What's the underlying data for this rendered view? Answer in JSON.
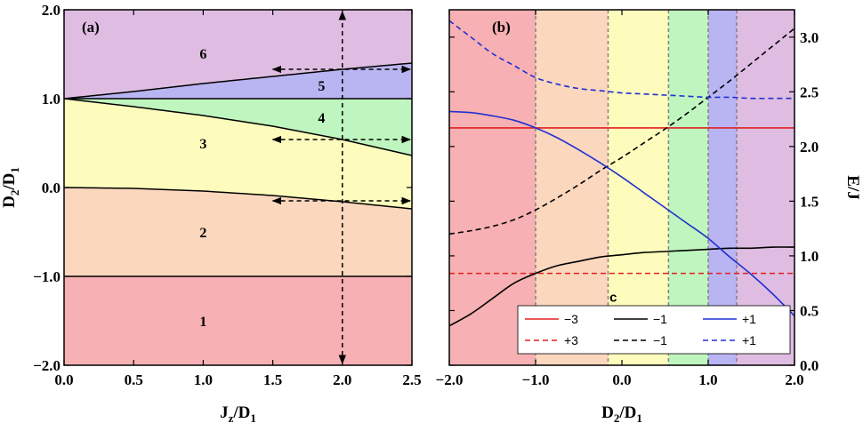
{
  "chart_data": [
    {
      "panel": "(a)",
      "type": "phase-diagram",
      "xlabel": "J_z/D_1",
      "ylabel": "D_2/D_1",
      "xlim": [
        0,
        2.5
      ],
      "ylim": [
        -2,
        2
      ],
      "xticks": [
        "0.0",
        "0.5",
        "1.0",
        "1.5",
        "2.0",
        "2.5"
      ],
      "yticks": [
        "−2.0",
        "−1.0",
        "0.0",
        "1.0",
        "2.0"
      ],
      "regions": [
        {
          "label": "1",
          "color": "#f7b0b3",
          "x": 1.0,
          "y": -1.5
        },
        {
          "label": "2",
          "color": "#fbd7bd",
          "x": 1.0,
          "y": -0.5
        },
        {
          "label": "3",
          "color": "#fdfcbc",
          "x": 1.0,
          "y": 0.5
        },
        {
          "label": "4",
          "color": "#bff5bf",
          "x": 1.85,
          "y": 0.79
        },
        {
          "label": "5",
          "color": "#b9b4f2",
          "x": 1.85,
          "y": 1.15
        },
        {
          "label": "6",
          "color": "#dfbde2",
          "x": 1.0,
          "y": 1.51
        }
      ],
      "boundaries": [
        {
          "name": "1-2",
          "x": [
            0,
            2.5
          ],
          "y": [
            -1,
            -1
          ]
        },
        {
          "name": "2-3",
          "x": [
            0,
            0.5,
            1.0,
            1.5,
            2.0,
            2.5
          ],
          "y": [
            0.0,
            -0.01,
            -0.04,
            -0.09,
            -0.16,
            -0.24
          ]
        },
        {
          "name": "3-4",
          "x": [
            0,
            0.5,
            1.0,
            1.5,
            2.0,
            2.5
          ],
          "y": [
            1.0,
            0.91,
            0.81,
            0.69,
            0.54,
            0.36
          ]
        },
        {
          "name": "4-5",
          "x": [
            0,
            2.5
          ],
          "y": [
            1.0,
            1.0
          ]
        },
        {
          "name": "5-6",
          "x": [
            0,
            0.5,
            1.0,
            1.5,
            2.0,
            2.5
          ],
          "y": [
            1.0,
            1.08,
            1.17,
            1.25,
            1.33,
            1.4
          ]
        }
      ],
      "arrows": [
        {
          "kind": "vertical",
          "x": 2.0,
          "y": [
            -2.0,
            2.0
          ]
        },
        {
          "kind": "horizontal",
          "y": 1.33,
          "x": [
            1.5,
            2.5
          ]
        },
        {
          "kind": "horizontal",
          "y": 0.54,
          "x": [
            1.5,
            2.5
          ]
        },
        {
          "kind": "horizontal",
          "y": -0.15,
          "x": [
            1.5,
            2.5
          ]
        }
      ]
    },
    {
      "panel": "(b)",
      "type": "line",
      "xlabel": "D_2/D_1",
      "ylabel": "E/J",
      "xlim": [
        -2,
        2
      ],
      "ylim": [
        0,
        3.25
      ],
      "xticks": [
        "−2.0",
        "−1.0",
        "0.0",
        "1.0",
        "2.0"
      ],
      "yticks": [
        "0.0",
        "0.5",
        "1.0",
        "1.5",
        "2.0",
        "2.5",
        "3.0"
      ],
      "bands": [
        {
          "x": [
            -2.0,
            -1.0
          ],
          "color": "#f7b0b3"
        },
        {
          "x": [
            -1.0,
            -0.16
          ],
          "color": "#fbd7bd"
        },
        {
          "x": [
            -0.16,
            0.54
          ],
          "color": "#fdfcbc"
        },
        {
          "x": [
            0.54,
            1.0
          ],
          "color": "#bff5bf"
        },
        {
          "x": [
            1.0,
            1.33
          ],
          "color": "#b9b4f2"
        },
        {
          "x": [
            1.33,
            2.0
          ],
          "color": "#dfbde2"
        }
      ],
      "annotation": "c",
      "series": [
        {
          "name": "−3",
          "color": "#e02020",
          "dash": "solid",
          "x": [
            -2.0,
            2.0
          ],
          "y": [
            2.17,
            2.17
          ]
        },
        {
          "name": "+3",
          "color": "#e02020",
          "dash": "dashed",
          "x": [
            -2.0,
            2.0
          ],
          "y": [
            0.84,
            0.84
          ]
        },
        {
          "name": "−1",
          "color": "#000000",
          "dash": "solid",
          "x": [
            -2.0,
            -1.75,
            -1.5,
            -1.25,
            -1.0,
            -0.75,
            -0.5,
            -0.25,
            0.0,
            0.25,
            0.5,
            0.75,
            1.0,
            1.25,
            1.5,
            1.75,
            2.0
          ],
          "y": [
            0.36,
            0.47,
            0.61,
            0.75,
            0.84,
            0.91,
            0.95,
            0.99,
            1.01,
            1.03,
            1.04,
            1.05,
            1.06,
            1.07,
            1.07,
            1.08,
            1.08
          ]
        },
        {
          "name": "−1",
          "color": "#000000",
          "dash": "dashed",
          "x": [
            -2.0,
            -1.75,
            -1.5,
            -1.25,
            -1.0,
            -0.75,
            -0.5,
            -0.25,
            0.0,
            0.25,
            0.5,
            0.75,
            1.0,
            1.25,
            1.5,
            1.75,
            2.0
          ],
          "y": [
            1.2,
            1.23,
            1.27,
            1.33,
            1.42,
            1.53,
            1.65,
            1.78,
            1.9,
            2.03,
            2.16,
            2.3,
            2.45,
            2.6,
            2.76,
            2.92,
            3.08
          ]
        },
        {
          "name": "+1",
          "color": "#2030d0",
          "dash": "solid",
          "x": [
            -2.0,
            -1.75,
            -1.5,
            -1.25,
            -1.0,
            -0.75,
            -0.5,
            -0.25,
            0.0,
            0.25,
            0.5,
            0.75,
            1.0,
            1.25,
            1.5,
            1.75,
            2.0
          ],
          "y": [
            2.32,
            2.31,
            2.28,
            2.24,
            2.17,
            2.08,
            1.97,
            1.85,
            1.72,
            1.58,
            1.44,
            1.3,
            1.16,
            0.99,
            0.83,
            0.65,
            0.45
          ]
        },
        {
          "name": "+1",
          "color": "#2030d0",
          "dash": "dashed",
          "x": [
            -2.0,
            -1.75,
            -1.5,
            -1.25,
            -1.0,
            -0.75,
            -0.5,
            -0.25,
            0.0,
            0.25,
            0.5,
            0.75,
            1.0,
            1.25,
            1.5,
            1.75,
            2.0
          ],
          "y": [
            3.15,
            3.0,
            2.85,
            2.74,
            2.63,
            2.57,
            2.53,
            2.51,
            2.49,
            2.48,
            2.47,
            2.46,
            2.45,
            2.45,
            2.44,
            2.44,
            2.44
          ]
        }
      ],
      "legend": {
        "placement": "bottom-right",
        "entries": [
          {
            "label": "−3",
            "color": "#e02020",
            "dash": "solid"
          },
          {
            "label": "−1",
            "color": "#000000",
            "dash": "solid"
          },
          {
            "label": "+1",
            "color": "#2030d0",
            "dash": "solid"
          },
          {
            "label": "+3",
            "color": "#e02020",
            "dash": "dashed"
          },
          {
            "label": "−1",
            "color": "#000000",
            "dash": "dashed"
          },
          {
            "label": "+1",
            "color": "#2030d0",
            "dash": "dashed"
          }
        ]
      }
    }
  ]
}
